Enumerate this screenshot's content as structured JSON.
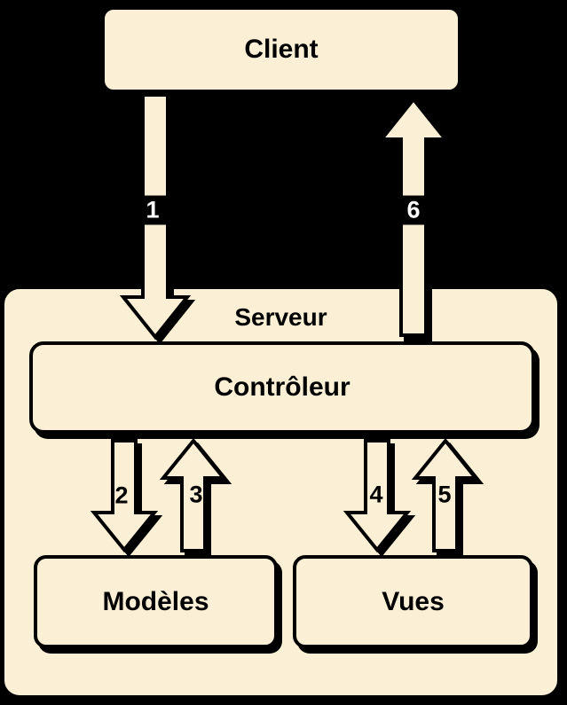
{
  "diagram": {
    "colors": {
      "background": "#000000",
      "box_fill": "#FBF0D6",
      "outline": "#000000",
      "shadow": "#000000",
      "number_outside_text": "#FFFFFF",
      "number_inside_text": "#000000"
    },
    "nodes": [
      {
        "id": "client",
        "label": "Client"
      },
      {
        "id": "serveur",
        "label": "Serveur"
      },
      {
        "id": "controleur",
        "label": "Contrôleur"
      },
      {
        "id": "modeles",
        "label": "Modèles"
      },
      {
        "id": "vues",
        "label": "Vues"
      }
    ],
    "flows": [
      {
        "label": "1",
        "from": "Client",
        "to": "Contrôleur",
        "direction": "down"
      },
      {
        "label": "2",
        "from": "Contrôleur",
        "to": "Modèles",
        "direction": "down"
      },
      {
        "label": "3",
        "from": "Modèles",
        "to": "Contrôleur",
        "direction": "up"
      },
      {
        "label": "4",
        "from": "Contrôleur",
        "to": "Vues",
        "direction": "down"
      },
      {
        "label": "5",
        "from": "Vues",
        "to": "Contrôleur",
        "direction": "up"
      },
      {
        "label": "6",
        "from": "Contrôleur",
        "to": "Client",
        "direction": "up"
      }
    ]
  }
}
